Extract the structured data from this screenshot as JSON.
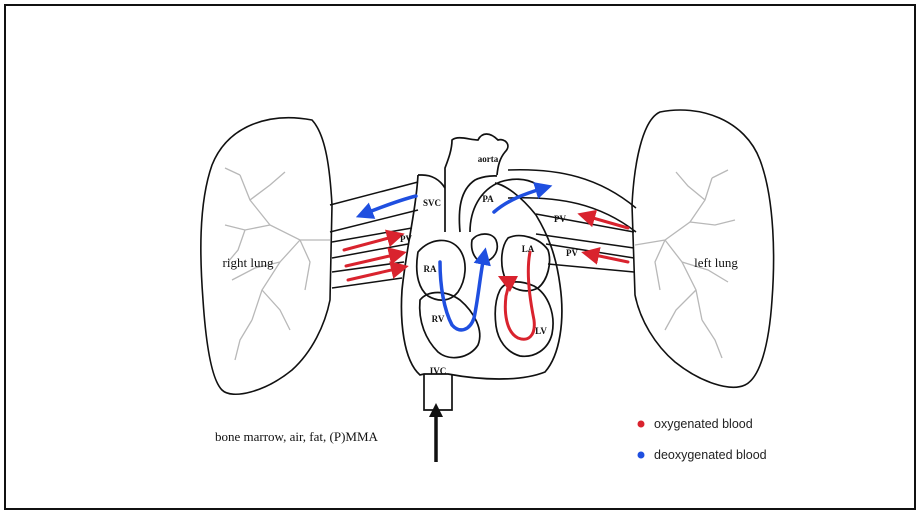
{
  "labels": {
    "aorta": "aorta",
    "pa": "PA",
    "svc": "SVC",
    "ivc": "IVC",
    "pv_right": "PV",
    "pv_left_top": "PV",
    "pv_left_bottom": "PV",
    "ra": "RA",
    "rv": "RV",
    "la": "LA",
    "lv": "LV",
    "right_lung": "right lung",
    "left_lung": "left lung",
    "emboli_source": "bone marrow, air, fat, (P)MMA"
  },
  "legend": [
    {
      "label": "oxygenated blood",
      "color": "#d9232e"
    },
    {
      "label": "deoxygenated blood",
      "color": "#1f4fe0"
    }
  ],
  "colors": {
    "oxygenated": "#d9232e",
    "deoxygenated": "#1f4fe0",
    "outline": "#111111",
    "bronchi": "#b8b8b8"
  }
}
